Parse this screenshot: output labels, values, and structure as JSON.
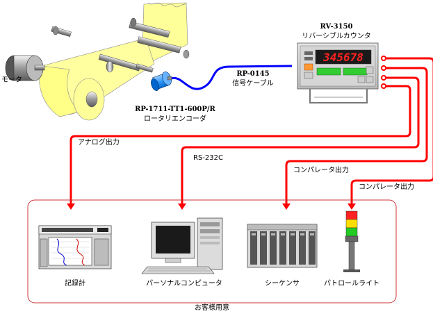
{
  "labels": {
    "motor": "モータ",
    "encoder_model": "RP-1711-TT1-600P/R",
    "encoder_name": "ロータリエンコーダ",
    "cable_model": "RP-0145",
    "cable_name": "信号ケーブル",
    "counter_model": "RV-3150",
    "counter_name": "リバーシブルカウンタ",
    "counter_display": "345678",
    "analog_out": "アナログ出力",
    "rs232c": "RS-232C",
    "comparator_out_1": "コンパレータ出力",
    "comparator_out_2": "コンパレータ出力",
    "recorder": "記録計",
    "pc": "パーソナルコンピュータ",
    "sequencer": "シーケンサ",
    "patrol_light": "パトロールライト",
    "customer_supplied": "お客様用意"
  },
  "colors": {
    "paper": "#ffff99",
    "red_line": "#ff0000",
    "blue_cable": "#0000ff",
    "encoder": "#3399ff",
    "counter_display": "#ff0000",
    "led_green": "#00cc00",
    "frame": "#cc3333"
  }
}
